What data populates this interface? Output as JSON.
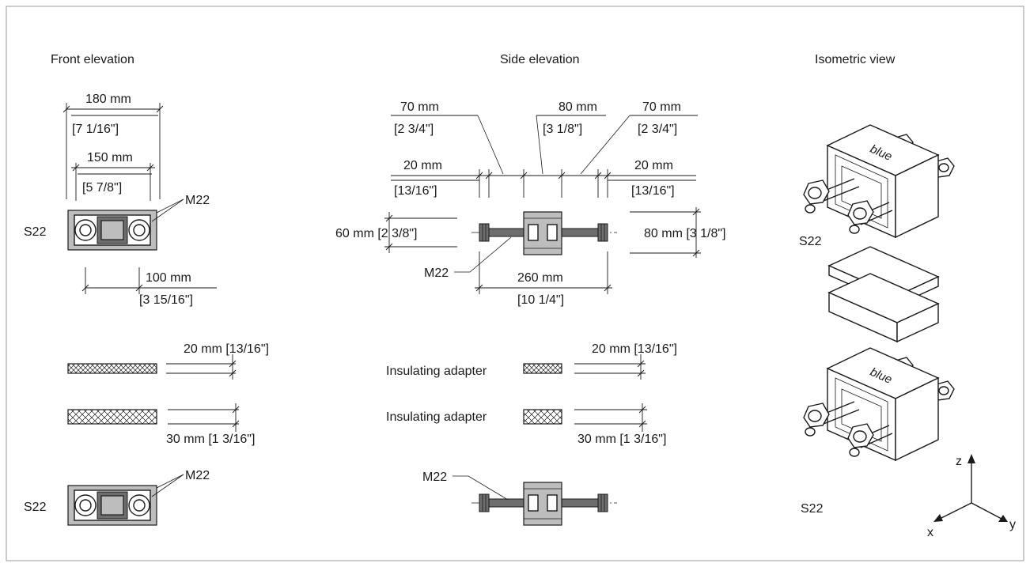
{
  "views": {
    "front_title": "Front elevation",
    "side_title": "Side elevation",
    "iso_title": "Isometric view"
  },
  "front": {
    "dim_180_mm": "180 mm",
    "dim_180_in": "[7 1/16\"]",
    "dim_150_mm": "150 mm",
    "dim_150_in": "[5 7/8\"]",
    "bolt_label_top": "M22",
    "part_label_top": "S22",
    "dim_100_mm": "100 mm",
    "dim_100_in": "[3 15/16\"]",
    "pad_thin_dim": "20 mm [13/16\"]",
    "pad_thick_dim": "30 mm [1 3/16\"]",
    "bolt_label_bottom": "M22",
    "part_label_bottom": "S22"
  },
  "side": {
    "dim_70_left_mm": "70 mm",
    "dim_70_left_in": "[2 3/4\"]",
    "dim_80_mm": "80 mm",
    "dim_80_in": "[3 1/8\"]",
    "dim_70_right_mm": "70 mm",
    "dim_70_right_in": "[2 3/4\"]",
    "dim_20_left_mm": "20 mm",
    "dim_20_left_in": "[13/16\"]",
    "dim_20_right_mm": "20 mm",
    "dim_20_right_in": "[13/16\"]",
    "dim_60": "60 mm [2 3/8\"]",
    "dim_80_height": "80 mm [3 1/8\"]",
    "bolt_label_top": "M22",
    "dim_260_mm": "260 mm",
    "dim_260_in": "[10 1/4\"]",
    "adapter_label_1": "Insulating adapter",
    "adapter_dim_1": "20 mm [13/16\"]",
    "adapter_label_2": "Insulating adapter",
    "adapter_dim_2": "30 mm [1 3/16\"]",
    "bolt_label_bottom": "M22"
  },
  "iso": {
    "brand_top": "blue",
    "part_label_top": "S22",
    "brand_bottom": "blue",
    "part_label_bottom": "S22",
    "axis_z": "z",
    "axis_x": "x",
    "axis_y": "y"
  }
}
